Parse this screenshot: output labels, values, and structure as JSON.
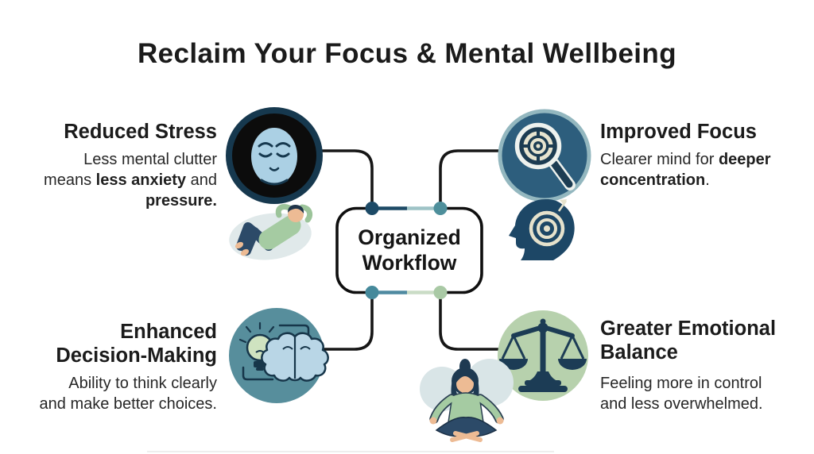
{
  "title": "Reclaim Your Focus & Mental Wellbeing",
  "center_node": {
    "line1": "Organized",
    "line2": "Workflow"
  },
  "quadrants": {
    "reduced_stress": {
      "heading": "Reduced Stress",
      "line1": "Less mental clutter",
      "line2_a": "means ",
      "line2_b": "less anxiety",
      "line2_c": " and",
      "line3_b": "pressure."
    },
    "improved_focus": {
      "heading": "Improved Focus",
      "line1_a": "Clearer mind for ",
      "line1_b": "deeper",
      "line2_b": "concentration",
      "line2_c": "."
    },
    "enhanced_decision_making": {
      "heading_line1": "Enhanced",
      "heading_line2": "Decision-Making",
      "line1": "Ability to think clearly",
      "line2": "and make better choices."
    },
    "greater_emotional_balance": {
      "heading_line1": "Greater Emotional",
      "heading_line2": "Balance",
      "line1": "Feeling more in control",
      "line2": "and less overwhelmed."
    }
  },
  "icons": {
    "calm_face": "calm-face-icon",
    "magnifier_target": "magnifier-target-icon",
    "head_target": "head-target-icon",
    "bulb_brain": "bulb-brain-icon",
    "balance_scales": "balance-scales-icon",
    "relaxing_person": "relaxing-person-illustration",
    "meditating_person": "meditating-person-illustration"
  },
  "colors": {
    "background": "#ffffff",
    "text_dark": "#1c1c1c",
    "navy": "#1d4a66",
    "deep_navy_ring": "#16384e",
    "teal_dot": "#4e8f9b",
    "steel_blue_circle": "#2d5e7d",
    "teal_circle": "#578e9c",
    "light_green_circle": "#b7d1ad",
    "pale_teal_segment": "#9ec3c6",
    "steel_segment": "#4f8aa0",
    "pale_green_segment": "#cadcc6",
    "sage_dot": "#a9c9a5",
    "face_blue": "#abd0e4",
    "cream": "#e7e4cf",
    "connector_black": "#161616"
  }
}
